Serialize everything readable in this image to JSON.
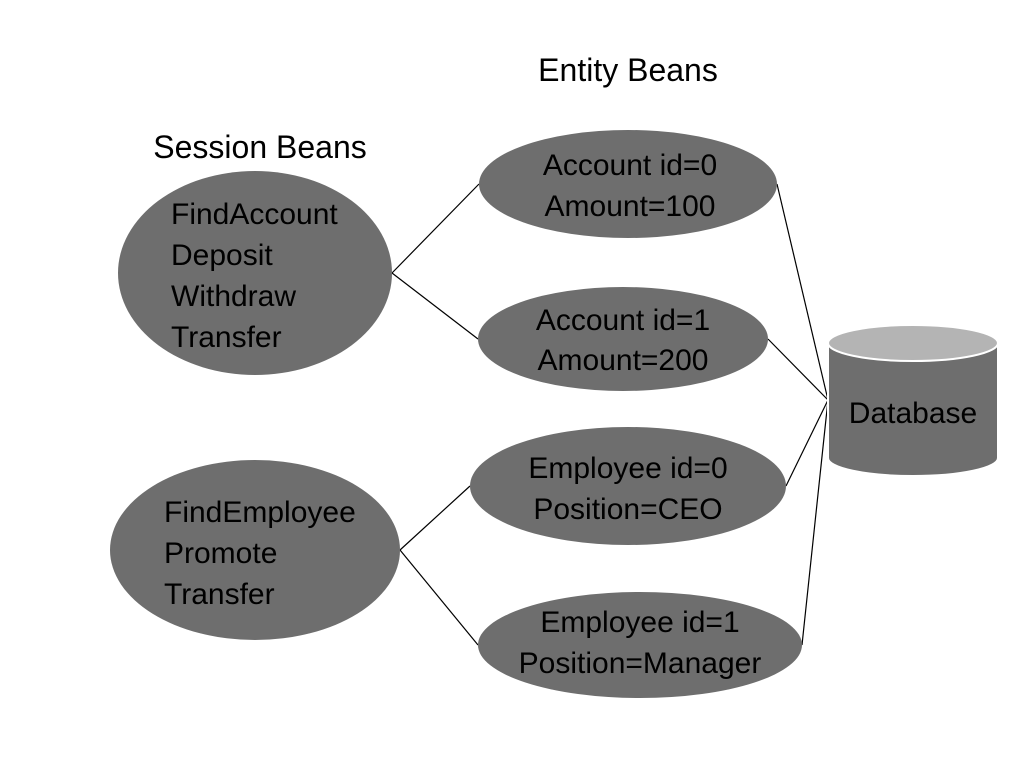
{
  "headings": {
    "session_beans": "Session Beans",
    "entity_beans": "Entity Beans"
  },
  "session_beans": [
    {
      "lines": [
        "FindAccount",
        "Deposit",
        "Withdraw",
        "Transfer"
      ]
    },
    {
      "lines": [
        "FindEmployee",
        "Promote",
        "Transfer"
      ]
    }
  ],
  "entity_beans": [
    {
      "lines": [
        "Account id=0",
        "Amount=100"
      ]
    },
    {
      "lines": [
        "Account id=1",
        "Amount=200"
      ]
    },
    {
      "lines": [
        "Employee id=0",
        "Position=CEO"
      ]
    },
    {
      "lines": [
        "Employee id=1",
        "Position=Manager"
      ]
    }
  ],
  "database": {
    "label": "Database"
  },
  "connections": {
    "session_to_entity": [
      [
        0,
        0
      ],
      [
        0,
        1
      ],
      [
        1,
        2
      ],
      [
        1,
        3
      ]
    ],
    "entity_to_database": [
      0,
      1,
      2,
      3
    ]
  },
  "colors": {
    "node_fill": "#6e6e6e",
    "database_side": "#6e6e6e",
    "database_top": "#b4b4b4",
    "database_stroke": "#ffffff",
    "line": "#000000"
  }
}
